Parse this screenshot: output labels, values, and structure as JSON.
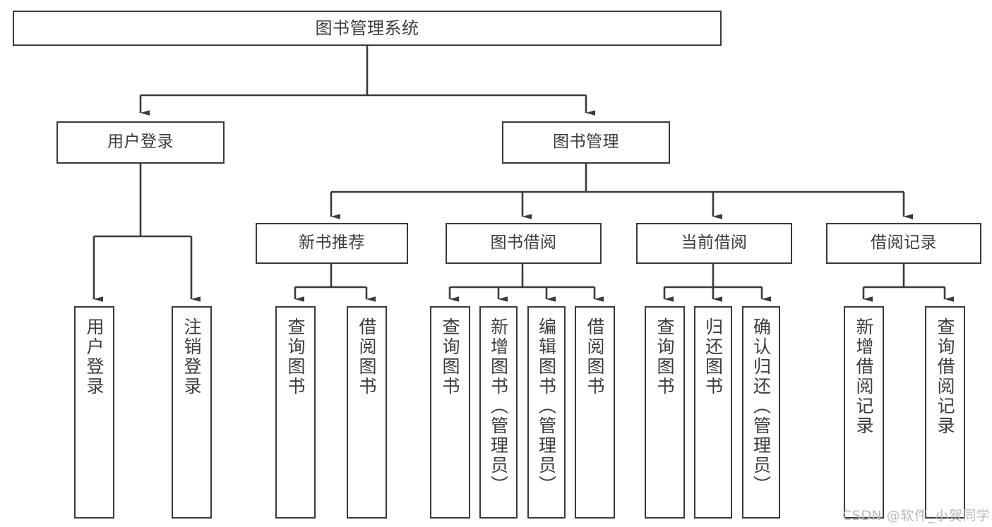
{
  "diagram": {
    "title": "图书管理系统",
    "type": "hierarchy-tree",
    "colors": {
      "stroke": "#3a3a3a",
      "fill": "#ffffff",
      "text": "#3c3c3c",
      "watermark": "#b9b9b9"
    },
    "root": {
      "label": "图书管理系统"
    },
    "level2": [
      {
        "label": "用户登录"
      },
      {
        "label": "图书管理"
      }
    ],
    "level3": [
      {
        "label": "新书推荐"
      },
      {
        "label": "图书借阅"
      },
      {
        "label": "当前借阅"
      },
      {
        "label": "借阅记录"
      }
    ],
    "leaves": {
      "user_login": [
        {
          "label": "用户登录"
        },
        {
          "label": "注销登录"
        }
      ],
      "new_book_recommend": [
        {
          "label": "查询图书"
        },
        {
          "label": "借阅图书"
        }
      ],
      "book_borrow": [
        {
          "label": "查询图书"
        },
        {
          "label": "新增图书（管理员）"
        },
        {
          "label": "编辑图书（管理员）"
        },
        {
          "label": "借阅图书"
        }
      ],
      "current_borrow": [
        {
          "label": "查询图书"
        },
        {
          "label": "归还图书"
        },
        {
          "label": "确认归还（管理员）"
        }
      ],
      "borrow_record": [
        {
          "label": "新增借阅记录"
        },
        {
          "label": "查询借阅记录"
        }
      ]
    },
    "watermark": "CSDN @软件_小贺同学"
  }
}
